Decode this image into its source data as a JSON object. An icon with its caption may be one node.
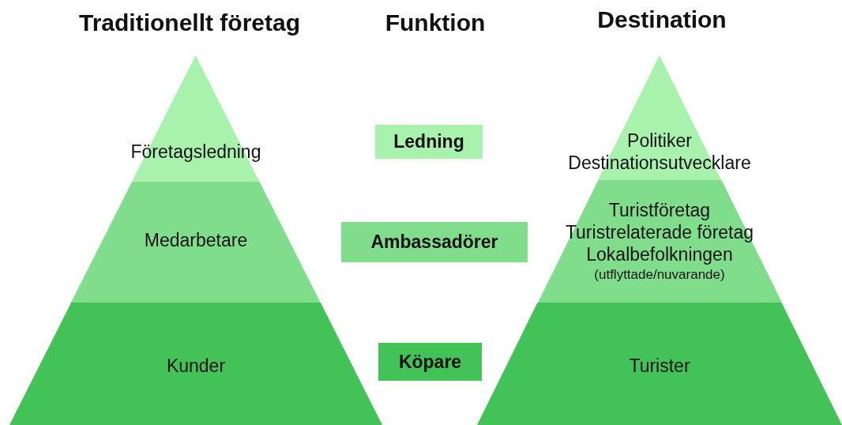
{
  "diagram": {
    "nodes": [
      {
        "text": [
          "Företagsledning"
        ]
      },
      {
        "text": [
          "Medarbetare"
        ]
      },
      {
        "text": [
          "Kunder"
        ]
      },
      {
        "text": [
          "Ledning"
        ]
      },
      {
        "text": [
          "Ambassadörer"
        ]
      },
      {
        "text": [
          "Köpare"
        ]
      },
      {
        "text": [
          "Politiker",
          "Destinationsutvecklare"
        ]
      },
      {
        "text": [
          "Turistföretag",
          "Turistrelaterade företag",
          "Lokalbefolkningen",
          "(utflyttade/nuvarande)"
        ]
      },
      {
        "text": [
          "Turister"
        ]
      }
    ],
    "edges": [],
    "labels": [
      "Traditionellt företag",
      "Funktion",
      "Destination"
    ]
  }
}
